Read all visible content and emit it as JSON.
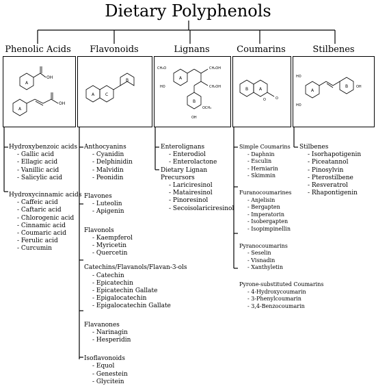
{
  "title": "Dietary Polyphenols",
  "categories": [
    {
      "name": "Phenolic Acids"
    },
    {
      "name": "Flavonoids"
    },
    {
      "name": "Lignans"
    },
    {
      "name": "Coumarins"
    },
    {
      "name": "Stilbenes"
    }
  ],
  "structure_labels": {
    "phenolic_1_ring": "A",
    "phenolic_1_oh": "OH",
    "phenolic_2_ring": "A",
    "phenolic_2_oh": "OH",
    "flav_a": "A",
    "flav_c": "C",
    "flav_b": "B",
    "lig_a": "A",
    "lig_b": "B",
    "lig_och3_top": "CH₃O",
    "lig_ho_top": "HO",
    "lig_ch2oh_1": "CH₂OH",
    "lig_ch2oh_2": "CH₂OH",
    "lig_och3_bot": "OCH₃",
    "lig_oh_bot": "OH",
    "cou_b": "B",
    "cou_a": "A",
    "cou_o": "O",
    "cou_o2": "O",
    "stil_a": "A",
    "stil_b": "B",
    "stil_ho1": "HO",
    "stil_ho2": "HO",
    "stil_oh": "OH"
  },
  "lists": {
    "phenolic": [
      {
        "group": "Hydroxybenzoic acids",
        "items": [
          "Gallic acid",
          "Ellagic acid",
          "Vanillic acid",
          "Salicylic acid"
        ]
      },
      {
        "group": "Hydroxycinnamic acids",
        "items": [
          "Caffeic acid",
          "Caftaric acid",
          "Chlorogenic acid",
          "Cinnamic acid",
          "Coumaric acid",
          "Ferulic acid",
          "Curcumin"
        ]
      }
    ],
    "flavonoids": [
      {
        "group": "Anthocyanins",
        "items": [
          "Cyanidin",
          "Delphinidin",
          "Malvidin",
          "Peonidin"
        ]
      },
      {
        "group": "Flavones",
        "items": [
          "Luteolin",
          "Apigenin"
        ]
      },
      {
        "group": "Flavonols",
        "items": [
          "Kaempferol",
          "Myricetin",
          "Quercetin"
        ]
      },
      {
        "group": "Catechins/Flavanols/Flavan-3-ols",
        "items": [
          "Catechin",
          "Epicatechin",
          "Epicatechin Gallate",
          "Epigalocatechin",
          "Epigalocatechin Gallate"
        ]
      },
      {
        "group": "Flavanones",
        "items": [
          "Narinagin",
          "Hesperidin"
        ]
      },
      {
        "group": "Isoflavonoids",
        "items": [
          "Equol",
          "Genestein",
          "Glycitein"
        ]
      }
    ],
    "lignans": [
      {
        "group": "Enterolignans",
        "items": [
          "Enterodiol",
          "Enterolactone"
        ]
      },
      {
        "group": "Dietary Lignan\nPrecursors",
        "items": [
          "Lariciresinol",
          "Matairesinol",
          "Pinoresinol",
          "Secoisolariciresinol"
        ]
      }
    ],
    "coumarins": [
      {
        "group": "Simple Coumarins",
        "items": [
          "Daphnin",
          "Esculin",
          "Herniarin",
          "Skimmin"
        ]
      },
      {
        "group": "Furanocoumarines",
        "items": [
          "Anjelisin",
          "Bergapten",
          "Imperatorin",
          "Isobergapten",
          "Isopimpinellin"
        ]
      },
      {
        "group": "Pyranocoumarins",
        "items": [
          "Seselin",
          "Visnadin",
          "Xanthyletin"
        ]
      },
      {
        "group": "Pyrone-substituted Coumarins",
        "items": [
          "4-Hydroxycoumarin",
          "3-Phenylcoumarin",
          "3,4-Benzocoumarin"
        ]
      }
    ],
    "stilbenes": [
      {
        "group": "Stilbenes",
        "items": [
          "Isorhapotigenin",
          "Piceatannol",
          "Pinosylvin",
          "Pterostilbene",
          "Resveratrol",
          "Rhapontigenin"
        ]
      }
    ]
  }
}
